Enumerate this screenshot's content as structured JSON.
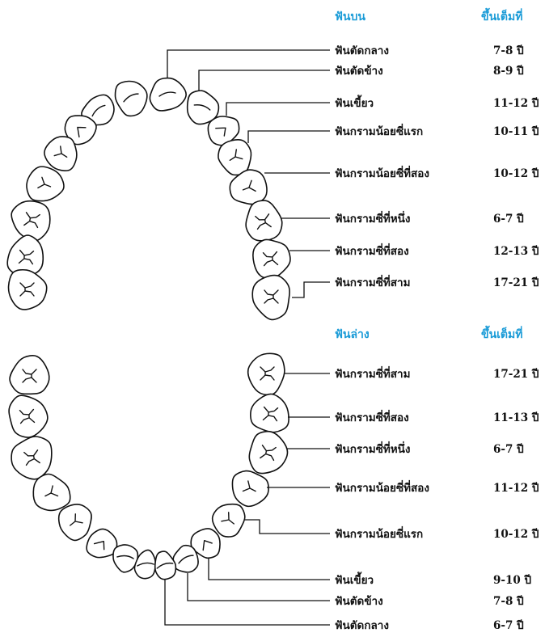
{
  "upper": {
    "heading": "ฟันบน",
    "age_heading": "ขึ้นเต็มที่",
    "rows": [
      {
        "name": "ฟันตัดกลาง",
        "age": "7-8 ปี"
      },
      {
        "name": "ฟันตัดข้าง",
        "age": "8-9 ปี"
      },
      {
        "name": "ฟันเขี้ยว",
        "age": "11-12 ปี"
      },
      {
        "name": "ฟันกรามน้อยซี่แรก",
        "age": "10-11 ปี"
      },
      {
        "name": "ฟันกรามน้อยซี่ที่สอง",
        "age": "10-12 ปี"
      },
      {
        "name": "ฟันกรามซี่ที่หนึ่ง",
        "age": "6-7 ปี"
      },
      {
        "name": "ฟันกรามซี่ที่สอง",
        "age": "12-13 ปี"
      },
      {
        "name": "ฟันกรามซี่ที่สาม",
        "age": "17-21 ปี"
      }
    ]
  },
  "lower": {
    "heading": "ฟันล่าง",
    "age_heading": "ขึ้นเต็มที่",
    "rows": [
      {
        "name": "ฟันกรามซี่ที่สาม",
        "age": "17-21 ปี"
      },
      {
        "name": "ฟันกรามซี่ที่สอง",
        "age": "11-13 ปี"
      },
      {
        "name": "ฟันกรามซี่ที่หนึ่ง",
        "age": "6-7 ปี"
      },
      {
        "name": "ฟันกรามน้อยซี่ที่สอง",
        "age": "11-12 ปี"
      },
      {
        "name": "ฟันกรามน้อยซี่แรก",
        "age": "10-12 ปี"
      },
      {
        "name": "ฟันเขี้ยว",
        "age": "9-10 ปี"
      },
      {
        "name": "ฟันตัดข้าง",
        "age": "7-8 ปี"
      },
      {
        "name": "ฟันตัดกลาง",
        "age": "6-7 ปี"
      }
    ]
  },
  "colors": {
    "heading": "#1a9bd7",
    "line": "#111111"
  }
}
